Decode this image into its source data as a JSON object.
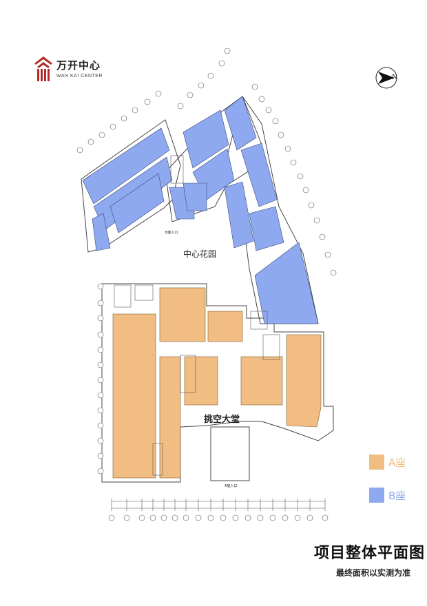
{
  "logo": {
    "name_cn": "万开中心",
    "name_en": "WAN KAI CENTER",
    "brand_color": "#b32a2a"
  },
  "compass": {
    "north_label": "N"
  },
  "plan_labels": {
    "garden": "中心花园",
    "atrium": "挑空大堂",
    "entrance_a": "A座入口",
    "entrance_b": "B座入口"
  },
  "legend": [
    {
      "label": "A座",
      "color": "#f2bd82"
    },
    {
      "label": "B座",
      "color": "#8ea9f0"
    }
  ],
  "title": "项目整体平面图",
  "subtitle": "最终面积以实测为准"
}
